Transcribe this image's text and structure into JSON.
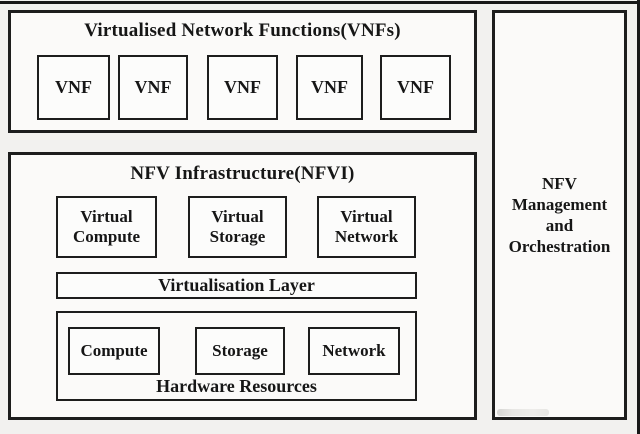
{
  "colors": {
    "border": "#1d1d1d",
    "canvas_background": "#f2f1ef",
    "box_background": "#fbfaf9",
    "text": "#161616"
  },
  "vnf_layer": {
    "title": "Virtualised Network Functions(VNFs)",
    "boxes": [
      "VNF",
      "VNF",
      "VNF",
      "VNF",
      "VNF"
    ]
  },
  "nfvi": {
    "title": "NFV Infrastructure(NFVI)",
    "virtual_resources": [
      "Virtual Compute",
      "Virtual Storage",
      "Virtual Network"
    ],
    "virtualisation_layer": "Virtualisation Layer",
    "hardware": {
      "title": "Hardware Resources",
      "resources": [
        "Compute",
        "Storage",
        "Network"
      ]
    }
  },
  "mano": {
    "full_title": "NFV Management and Orchestration",
    "lines": [
      "NFV",
      "Management",
      "and",
      "Orchestration"
    ]
  }
}
